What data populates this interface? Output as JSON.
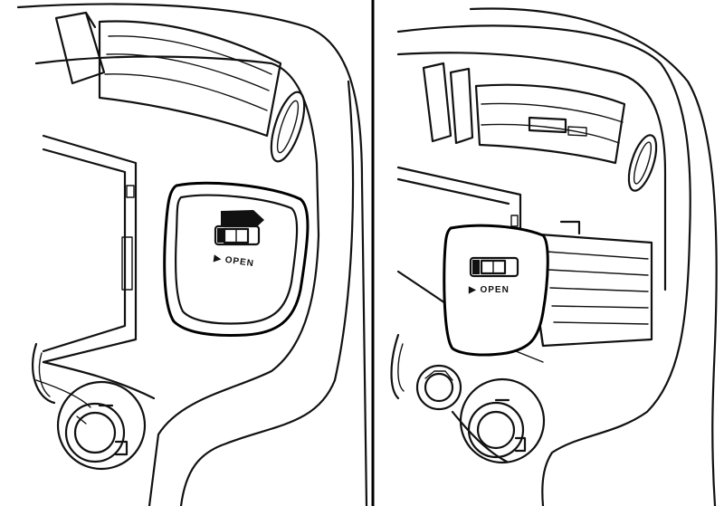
{
  "panels": [
    {
      "id": "left",
      "label_text": "OPEN"
    },
    {
      "id": "right",
      "label_text": "OPEN"
    }
  ]
}
